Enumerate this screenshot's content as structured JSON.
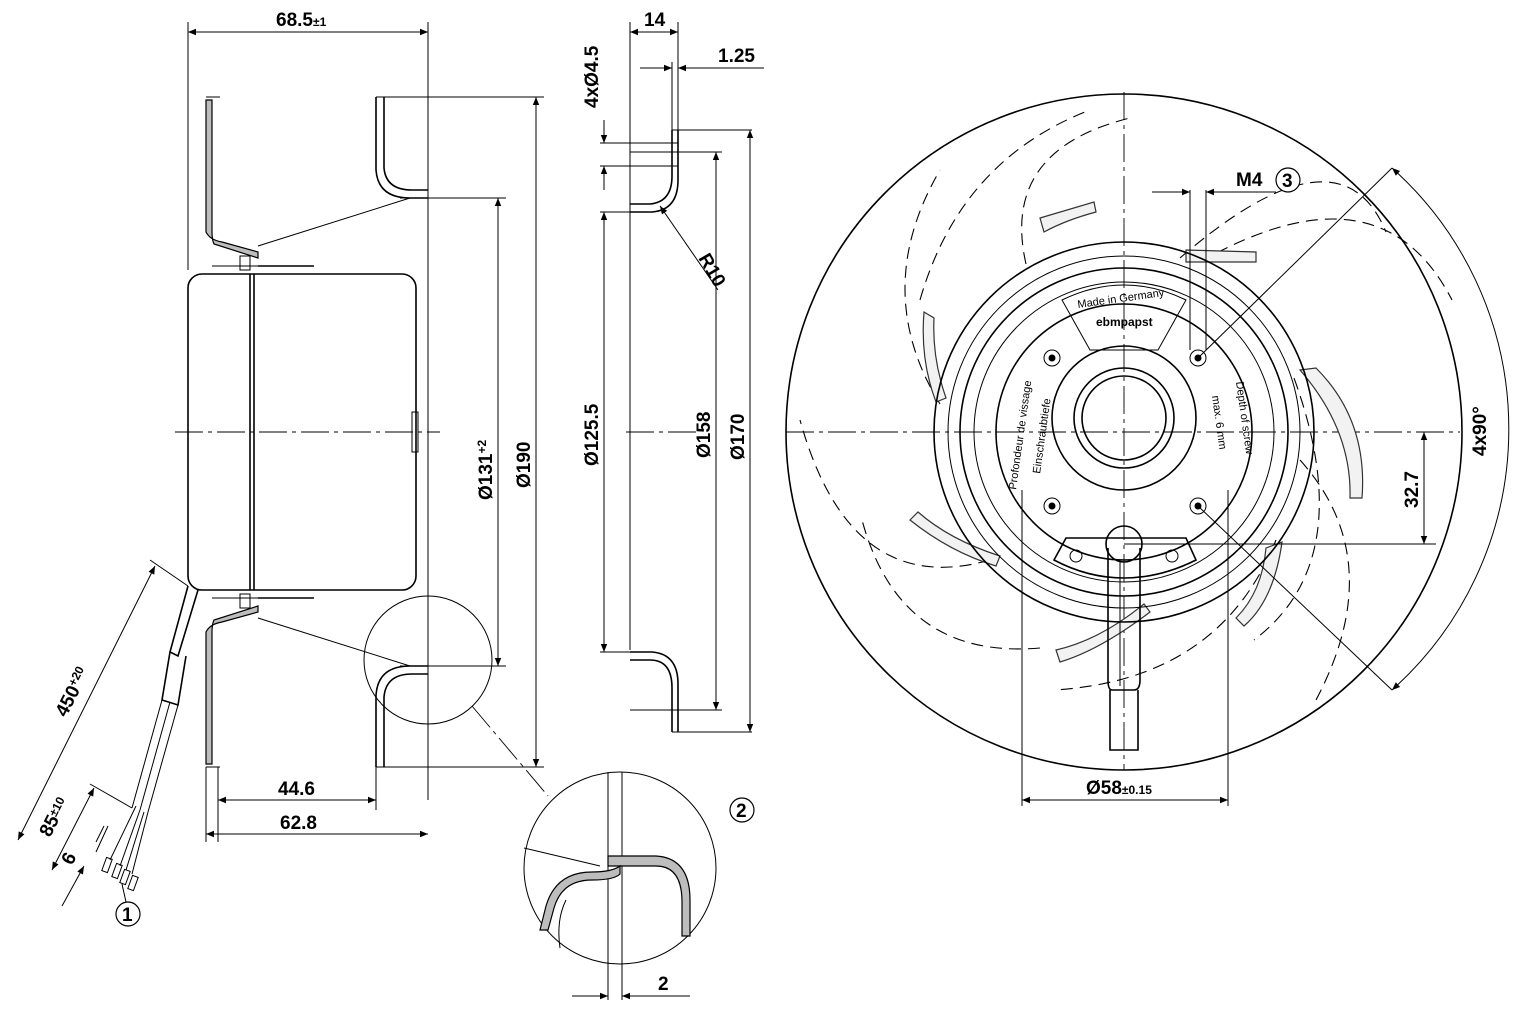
{
  "side_view": {
    "dims": {
      "width_total": "68.5",
      "width_total_tol": "±1",
      "dia_131": "Ø131",
      "dia_131_tol": "+2",
      "dia_190": "Ø190",
      "len_44": "44.6",
      "len_62": "62.8",
      "cable_450": "450",
      "cable_450_tol": "+20",
      "strip_85": "85",
      "strip_85_tol": "±10",
      "strip_6": "6"
    },
    "callout_1": "1"
  },
  "section_view": {
    "dims": {
      "holes": "4xØ4.5",
      "depth_14": "14",
      "thick_125": "1.25",
      "radius": "R10",
      "dia_1255": "Ø125.5",
      "dia_158": "Ø158",
      "dia_170": "Ø170"
    }
  },
  "detail_view": {
    "callout_2": "2",
    "thickness_2": "2"
  },
  "front_view": {
    "dims": {
      "thread": "M4",
      "angle": "4x90°",
      "offset": "32.7",
      "dia_58": "Ø58",
      "dia_58_tol": "±0.15"
    },
    "callout_3": "3",
    "label_made": "Made in Germany",
    "label_brand": "ebmpapst",
    "label_fr": "Profondeur de vissage",
    "label_de": "Einschraubtiefe",
    "label_en": "Depth of screw",
    "label_max": "max. 6 mm"
  }
}
